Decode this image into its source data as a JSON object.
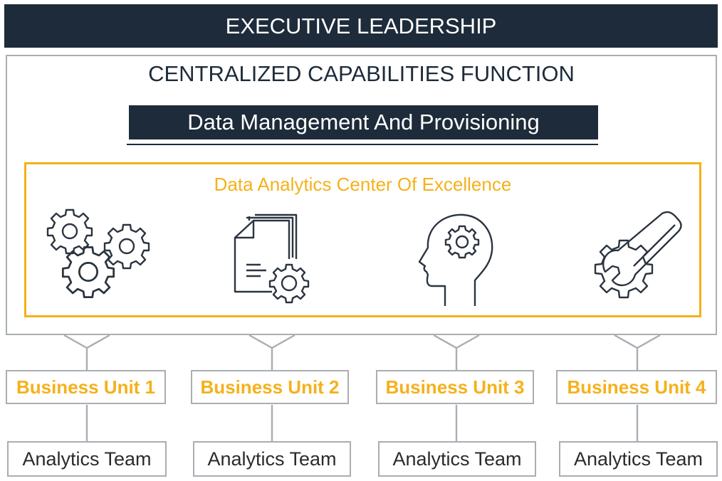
{
  "header": {
    "title": "EXECUTIVE LEADERSHIP"
  },
  "central": {
    "title": "CENTRALIZED CAPABILITIES FUNCTION",
    "data_mgmt_label": "Data Management And Provisioning",
    "coe": {
      "title": "Data Analytics Center Of Excellence",
      "icons": [
        "gears-icon",
        "document-gear-icon",
        "head-gear-icon",
        "wrench-gear-icon"
      ]
    }
  },
  "business_units": [
    {
      "label": "Business Unit 1",
      "team": "Analytics Team"
    },
    {
      "label": "Business Unit 2",
      "team": "Analytics Team"
    },
    {
      "label": "Business Unit 3",
      "team": "Analytics Team"
    },
    {
      "label": "Business Unit 4",
      "team": "Analytics Team"
    }
  ],
  "colors": {
    "navy": "#1d2b3a",
    "accent": "#f5b11b",
    "border": "#a9aeb3"
  }
}
